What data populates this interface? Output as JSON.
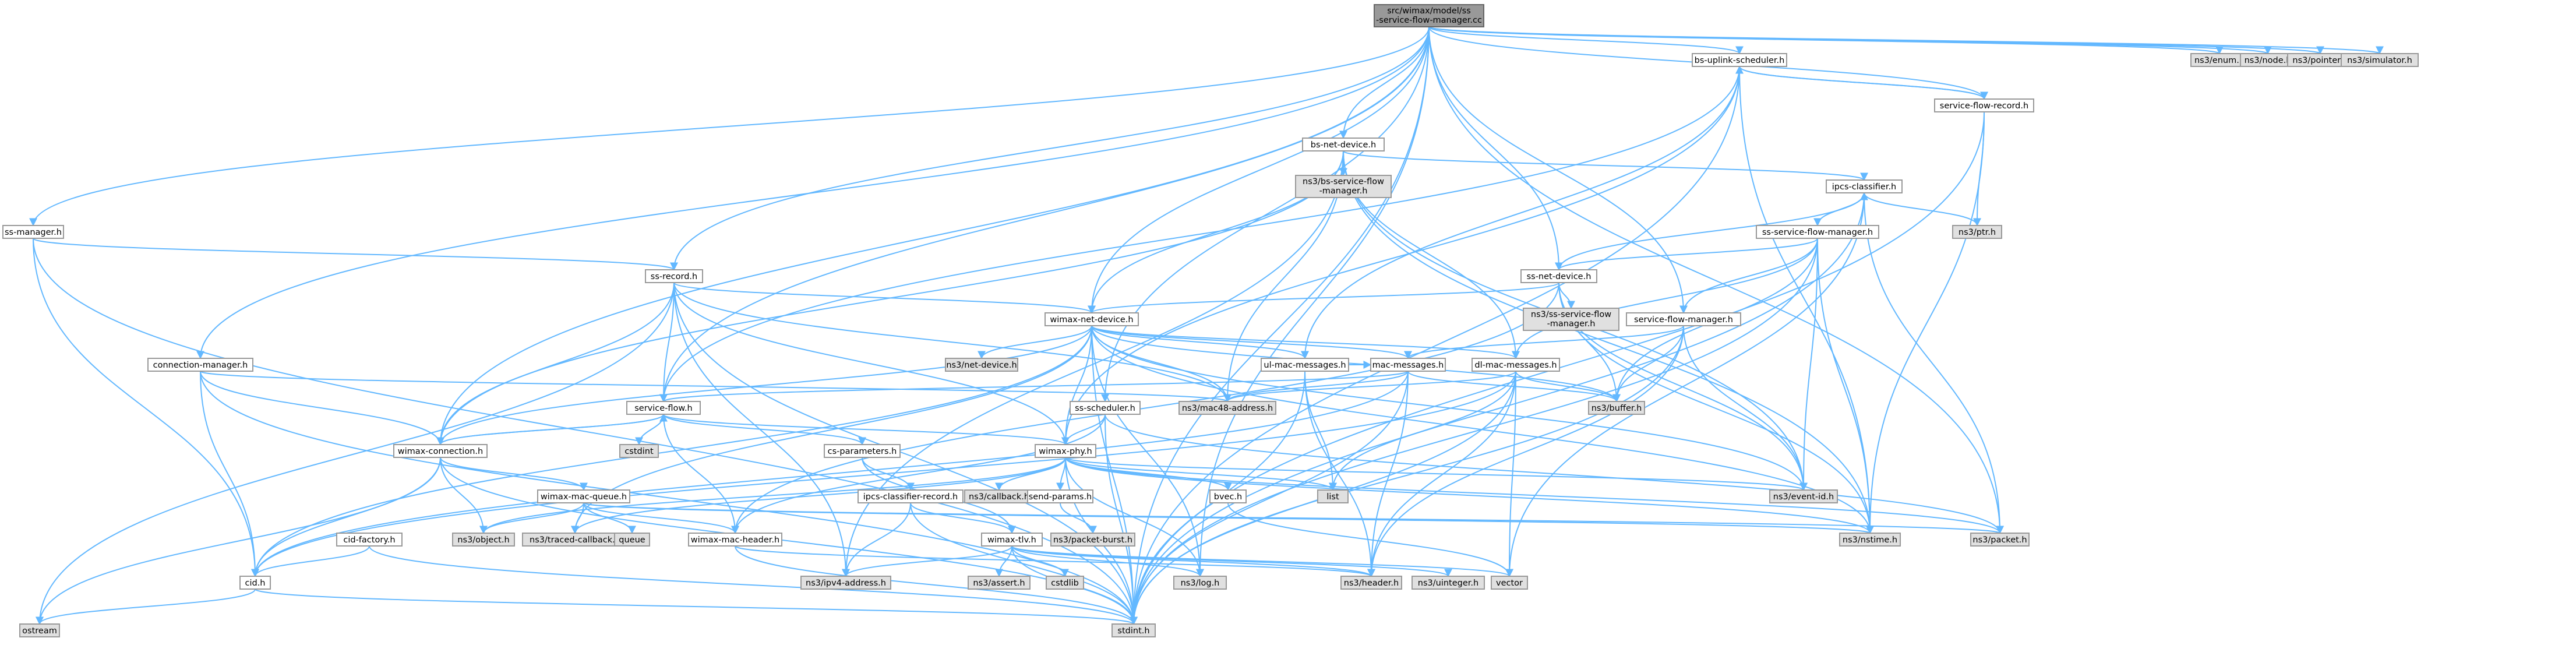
{
  "diagram": {
    "root": "src/wimax/model/ss-service-flow-manager.cc",
    "colors": {
      "edge": "#63b8ff",
      "node_border": "#999999",
      "external_fill": "#e0e0e0",
      "root_fill": "#999999"
    },
    "nodes": [
      {
        "id": "root",
        "label": "src/wimax/model/ss\n-service-flow-manager.cc",
        "kind": "root"
      },
      {
        "id": "bs-uplink-scheduler",
        "label": "bs-uplink-scheduler.h",
        "kind": "file"
      },
      {
        "id": "enum",
        "label": "ns3/enum.h",
        "kind": "external"
      },
      {
        "id": "node",
        "label": "ns3/node.h",
        "kind": "external"
      },
      {
        "id": "pointer",
        "label": "ns3/pointer.h",
        "kind": "external"
      },
      {
        "id": "simulator",
        "label": "ns3/simulator.h",
        "kind": "external"
      },
      {
        "id": "service-flow-record",
        "label": "service-flow-record.h",
        "kind": "file"
      },
      {
        "id": "bs-net-device",
        "label": "bs-net-device.h",
        "kind": "file"
      },
      {
        "id": "bs-sfm",
        "label": "ns3/bs-service-flow\n-manager.h",
        "kind": "external"
      },
      {
        "id": "ipcs-classifier",
        "label": "ipcs-classifier.h",
        "kind": "file"
      },
      {
        "id": "ptr",
        "label": "ns3/ptr.h",
        "kind": "external"
      },
      {
        "id": "ss-manager",
        "label": "ss-manager.h",
        "kind": "file"
      },
      {
        "id": "ss-service-flow-manager",
        "label": "ss-service-flow-manager.h",
        "kind": "file"
      },
      {
        "id": "ss-record",
        "label": "ss-record.h",
        "kind": "file"
      },
      {
        "id": "ss-net-device",
        "label": "ss-net-device.h",
        "kind": "file"
      },
      {
        "id": "ss-sfm",
        "label": "ns3/ss-service-flow\n-manager.h",
        "kind": "external"
      },
      {
        "id": "service-flow-manager",
        "label": "service-flow-manager.h",
        "kind": "file"
      },
      {
        "id": "wimax-net-device",
        "label": "wimax-net-device.h",
        "kind": "file"
      },
      {
        "id": "connection-manager",
        "label": "connection-manager.h",
        "kind": "file"
      },
      {
        "id": "net-device",
        "label": "ns3/net-device.h",
        "kind": "external"
      },
      {
        "id": "ul-mac-messages",
        "label": "ul-mac-messages.h",
        "kind": "file"
      },
      {
        "id": "mac-messages",
        "label": "mac-messages.h",
        "kind": "file"
      },
      {
        "id": "dl-mac-messages",
        "label": "dl-mac-messages.h",
        "kind": "file"
      },
      {
        "id": "mac48",
        "label": "ns3/mac48-address.h",
        "kind": "external"
      },
      {
        "id": "buffer",
        "label": "ns3/buffer.h",
        "kind": "external"
      },
      {
        "id": "service-flow",
        "label": "service-flow.h",
        "kind": "file"
      },
      {
        "id": "cstdint",
        "label": "cstdint",
        "kind": "external"
      },
      {
        "id": "ss-scheduler",
        "label": "ss-scheduler.h",
        "kind": "file"
      },
      {
        "id": "wimax-connection",
        "label": "wimax-connection.h",
        "kind": "file"
      },
      {
        "id": "cs-parameters",
        "label": "cs-parameters.h",
        "kind": "file"
      },
      {
        "id": "wimax-phy",
        "label": "wimax-phy.h",
        "kind": "file"
      },
      {
        "id": "callback",
        "label": "ns3/callback.h",
        "kind": "external"
      },
      {
        "id": "send-params",
        "label": "send-params.h",
        "kind": "file"
      },
      {
        "id": "bvec",
        "label": "bvec.h",
        "kind": "file"
      },
      {
        "id": "list",
        "label": "list",
        "kind": "external"
      },
      {
        "id": "event-id",
        "label": "ns3/event-id.h",
        "kind": "external"
      },
      {
        "id": "wimax-mac-queue",
        "label": "wimax-mac-queue.h",
        "kind": "file"
      },
      {
        "id": "ipcs-classifier-record",
        "label": "ipcs-classifier-record.h",
        "kind": "file"
      },
      {
        "id": "packet-burst",
        "label": "ns3/packet-burst.h",
        "kind": "external"
      },
      {
        "id": "nstime",
        "label": "ns3/nstime.h",
        "kind": "external"
      },
      {
        "id": "packet",
        "label": "ns3/packet.h",
        "kind": "external"
      },
      {
        "id": "cid-factory",
        "label": "cid-factory.h",
        "kind": "file"
      },
      {
        "id": "object",
        "label": "ns3/object.h",
        "kind": "external"
      },
      {
        "id": "traced-callback",
        "label": "ns3/traced-callback.h",
        "kind": "external"
      },
      {
        "id": "queue",
        "label": "queue",
        "kind": "external"
      },
      {
        "id": "wimax-mac-header",
        "label": "wimax-mac-header.h",
        "kind": "file"
      },
      {
        "id": "wimax-tlv",
        "label": "wimax-tlv.h",
        "kind": "file"
      },
      {
        "id": "cid",
        "label": "cid.h",
        "kind": "file"
      },
      {
        "id": "ipv4-address",
        "label": "ns3/ipv4-address.h",
        "kind": "external"
      },
      {
        "id": "assert",
        "label": "ns3/assert.h",
        "kind": "external"
      },
      {
        "id": "cstdlib",
        "label": "cstdlib",
        "kind": "external"
      },
      {
        "id": "log",
        "label": "ns3/log.h",
        "kind": "external"
      },
      {
        "id": "header",
        "label": "ns3/header.h",
        "kind": "external"
      },
      {
        "id": "uinteger",
        "label": "ns3/uinteger.h",
        "kind": "external"
      },
      {
        "id": "vector",
        "label": "vector",
        "kind": "external"
      },
      {
        "id": "ostream",
        "label": "ostream",
        "kind": "external"
      },
      {
        "id": "stdint",
        "label": "stdint.h",
        "kind": "external"
      }
    ],
    "edges": [
      [
        "root",
        "bs-uplink-scheduler"
      ],
      [
        "root",
        "enum"
      ],
      [
        "root",
        "node"
      ],
      [
        "root",
        "pointer"
      ],
      [
        "root",
        "simulator"
      ],
      [
        "root",
        "service-flow-record"
      ],
      [
        "root",
        "bs-net-device"
      ],
      [
        "root",
        "ss-manager"
      ],
      [
        "root",
        "connection-manager"
      ],
      [
        "root",
        "wimax-connection"
      ],
      [
        "root",
        "ss-record"
      ],
      [
        "root",
        "service-flow"
      ],
      [
        "root",
        "ss-net-device"
      ],
      [
        "root",
        "service-flow-manager"
      ],
      [
        "root",
        "wimax-net-device"
      ],
      [
        "root",
        "ss-scheduler"
      ],
      [
        "root",
        "log"
      ],
      [
        "root",
        "stdint"
      ],
      [
        "root",
        "packet"
      ],
      [
        "bs-uplink-scheduler",
        "service-flow-record"
      ],
      [
        "bs-uplink-scheduler",
        "service-flow"
      ],
      [
        "bs-uplink-scheduler",
        "ul-mac-messages"
      ],
      [
        "bs-uplink-scheduler",
        "wimax-phy"
      ],
      [
        "bs-uplink-scheduler",
        "stdint"
      ],
      [
        "bs-uplink-scheduler",
        "nstime"
      ],
      [
        "service-flow-record",
        "bs-uplink-scheduler"
      ],
      [
        "service-flow-record",
        "ptr"
      ],
      [
        "service-flow-record",
        "nstime"
      ],
      [
        "service-flow-record",
        "stdint"
      ],
      [
        "bs-net-device",
        "bs-sfm"
      ],
      [
        "bs-net-device",
        "ipcs-classifier"
      ],
      [
        "bs-net-device",
        "wimax-net-device"
      ],
      [
        "bs-net-device",
        "dl-mac-messages"
      ],
      [
        "bs-net-device",
        "mac48"
      ],
      [
        "bs-net-device",
        "wimax-connection"
      ],
      [
        "bs-net-device",
        "event-id"
      ],
      [
        "bs-net-device",
        "nstime"
      ],
      [
        "bs-net-device",
        "ipv4-address"
      ],
      [
        "ipcs-classifier",
        "ptr"
      ],
      [
        "ipcs-classifier",
        "ss-service-flow-manager"
      ],
      [
        "ipcs-classifier",
        "packet"
      ],
      [
        "ipcs-classifier",
        "vector"
      ],
      [
        "ipcs-classifier",
        "stdint"
      ],
      [
        "ss-service-flow-manager",
        "ss-net-device"
      ],
      [
        "ss-service-flow-manager",
        "service-flow-manager"
      ],
      [
        "ss-service-flow-manager",
        "buffer"
      ],
      [
        "ss-service-flow-manager",
        "event-id"
      ],
      [
        "ss-service-flow-manager",
        "dl-mac-messages"
      ],
      [
        "ss-service-flow-manager",
        "stdint"
      ],
      [
        "ss-service-flow-manager",
        "nstime"
      ],
      [
        "ss-manager",
        "ss-record"
      ],
      [
        "ss-manager",
        "cid"
      ],
      [
        "ss-manager",
        "stdint"
      ],
      [
        "ss-record",
        "wimax-net-device"
      ],
      [
        "ss-record",
        "service-flow"
      ],
      [
        "ss-record",
        "wimax-connection"
      ],
      [
        "ss-record",
        "mac48"
      ],
      [
        "ss-record",
        "ipv4-address"
      ],
      [
        "ss-record",
        "wimax-phy"
      ],
      [
        "ss-record",
        "ostream"
      ],
      [
        "ss-record",
        "stdint"
      ],
      [
        "ss-net-device",
        "ss-sfm"
      ],
      [
        "ss-net-device",
        "wimax-net-device"
      ],
      [
        "ss-net-device",
        "ipcs-classifier"
      ],
      [
        "ss-net-device",
        "buffer"
      ],
      [
        "ss-net-device",
        "event-id"
      ],
      [
        "ss-net-device",
        "nstime"
      ],
      [
        "ss-net-device",
        "wimax-mac-header"
      ],
      [
        "service-flow-manager",
        "mac-messages"
      ],
      [
        "service-flow-manager",
        "buffer"
      ],
      [
        "service-flow-manager",
        "event-id"
      ],
      [
        "service-flow-manager",
        "header"
      ],
      [
        "service-flow-manager",
        "stdint"
      ],
      [
        "wimax-net-device",
        "net-device"
      ],
      [
        "wimax-net-device",
        "ul-mac-messages"
      ],
      [
        "wimax-net-device",
        "mac-messages"
      ],
      [
        "wimax-net-device",
        "dl-mac-messages"
      ],
      [
        "wimax-net-device",
        "mac48"
      ],
      [
        "wimax-net-device",
        "buffer"
      ],
      [
        "wimax-net-device",
        "wimax-connection"
      ],
      [
        "wimax-net-device",
        "wimax-phy"
      ],
      [
        "wimax-net-device",
        "event-id"
      ],
      [
        "wimax-net-device",
        "traced-callback"
      ],
      [
        "wimax-net-device",
        "cid"
      ],
      [
        "wimax-net-device",
        "log"
      ],
      [
        "wimax-net-device",
        "nstime"
      ],
      [
        "wimax-net-device",
        "stdint"
      ],
      [
        "connection-manager",
        "wimax-connection"
      ],
      [
        "connection-manager",
        "cid"
      ],
      [
        "connection-manager",
        "mac48"
      ],
      [
        "connection-manager",
        "stdint"
      ],
      [
        "ul-mac-messages",
        "mac-messages"
      ],
      [
        "ul-mac-messages",
        "header"
      ],
      [
        "ul-mac-messages",
        "list"
      ],
      [
        "ul-mac-messages",
        "stdint"
      ],
      [
        "mac-messages",
        "service-flow"
      ],
      [
        "mac-messages",
        "header"
      ],
      [
        "mac-messages",
        "cid"
      ],
      [
        "mac-messages",
        "buffer"
      ],
      [
        "mac-messages",
        "mac48"
      ],
      [
        "mac-messages",
        "stdint"
      ],
      [
        "dl-mac-messages",
        "buffer"
      ],
      [
        "dl-mac-messages",
        "mac48"
      ],
      [
        "dl-mac-messages",
        "cid"
      ],
      [
        "dl-mac-messages",
        "header"
      ],
      [
        "dl-mac-messages",
        "list"
      ],
      [
        "dl-mac-messages",
        "vector"
      ],
      [
        "dl-mac-messages",
        "stdint"
      ],
      [
        "service-flow",
        "wimax-connection"
      ],
      [
        "service-flow",
        "cs-parameters"
      ],
      [
        "service-flow",
        "wimax-phy"
      ],
      [
        "service-flow",
        "wimax-mac-header"
      ],
      [
        "service-flow",
        "cstdint"
      ],
      [
        "ss-scheduler",
        "wimax-phy"
      ],
      [
        "ss-scheduler",
        "packet"
      ],
      [
        "ss-scheduler",
        "wimax-mac-header"
      ],
      [
        "ss-scheduler",
        "stdint"
      ],
      [
        "wimax-connection",
        "wimax-mac-queue"
      ],
      [
        "wimax-connection",
        "cid"
      ],
      [
        "wimax-connection",
        "object"
      ],
      [
        "wimax-connection",
        "service-flow"
      ],
      [
        "wimax-connection",
        "ostream"
      ],
      [
        "wimax-connection",
        "stdint"
      ],
      [
        "cs-parameters",
        "ipcs-classifier-record"
      ],
      [
        "cs-parameters",
        "wimax-tlv"
      ],
      [
        "wimax-phy",
        "callback"
      ],
      [
        "wimax-phy",
        "send-params"
      ],
      [
        "wimax-phy",
        "bvec"
      ],
      [
        "wimax-phy",
        "list"
      ],
      [
        "wimax-phy",
        "event-id"
      ],
      [
        "wimax-phy",
        "nstime"
      ],
      [
        "wimax-phy",
        "object"
      ],
      [
        "wimax-phy",
        "packet"
      ],
      [
        "wimax-phy",
        "traced-callback"
      ],
      [
        "wimax-phy",
        "log"
      ],
      [
        "wimax-phy",
        "stdint"
      ],
      [
        "send-params",
        "packet-burst"
      ],
      [
        "bvec",
        "vector"
      ],
      [
        "wimax-mac-queue",
        "wimax-mac-header"
      ],
      [
        "wimax-mac-queue",
        "packet"
      ],
      [
        "wimax-mac-queue",
        "nstime"
      ],
      [
        "wimax-mac-queue",
        "object"
      ],
      [
        "wimax-mac-queue",
        "traced-callback"
      ],
      [
        "wimax-mac-queue",
        "queue"
      ],
      [
        "ipcs-classifier-record",
        "wimax-tlv"
      ],
      [
        "ipcs-classifier-record",
        "ipv4-address"
      ],
      [
        "ipcs-classifier-record",
        "stdint"
      ],
      [
        "wimax-tlv",
        "assert"
      ],
      [
        "wimax-tlv",
        "cstdlib"
      ],
      [
        "wimax-tlv",
        "log"
      ],
      [
        "wimax-tlv",
        "header"
      ],
      [
        "wimax-tlv",
        "uinteger"
      ],
      [
        "wimax-tlv",
        "vector"
      ],
      [
        "wimax-tlv",
        "ipv4-address"
      ],
      [
        "wimax-tlv",
        "stdint"
      ],
      [
        "cid-factory",
        "cid"
      ],
      [
        "cid-factory",
        "stdint"
      ],
      [
        "wimax-mac-header",
        "header"
      ],
      [
        "wimax-mac-header",
        "stdint"
      ],
      [
        "cid",
        "ostream"
      ],
      [
        "cid",
        "stdint"
      ]
    ]
  }
}
